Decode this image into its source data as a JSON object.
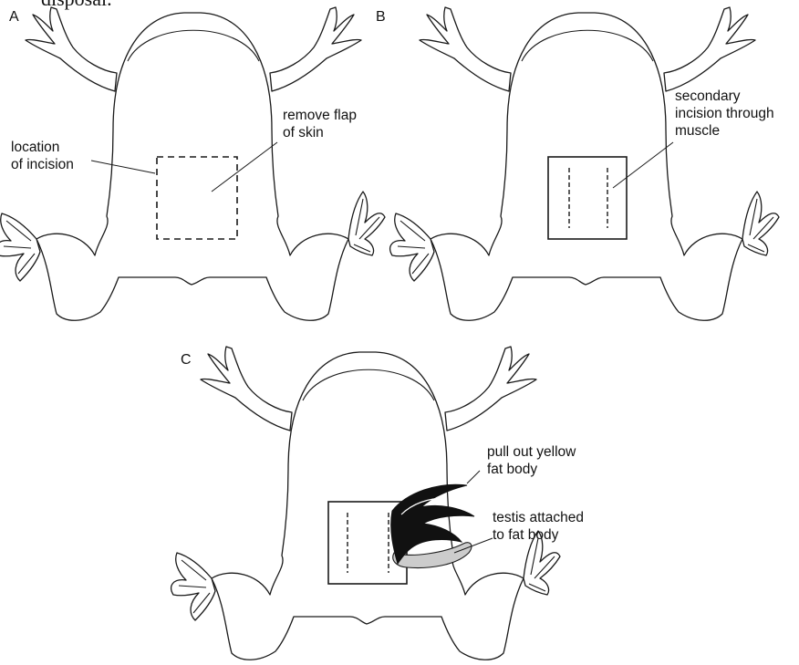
{
  "cut_off_text": "disposal.",
  "panels": {
    "a": {
      "letter": "A",
      "label_incision": [
        "location",
        "of incision"
      ],
      "label_flap": [
        "remove flap",
        "of skin"
      ]
    },
    "b": {
      "letter": "B",
      "label_secondary": [
        "secondary",
        "incision through",
        "muscle"
      ]
    },
    "c": {
      "letter": "C",
      "label_fat": [
        "pull out yellow",
        "fat body"
      ],
      "label_testis": [
        "testis attached",
        "to fat body"
      ]
    }
  },
  "colors": {
    "line": "#1a1a1a",
    "fat_body": "#111111",
    "testis": "#cccccc",
    "background": "#ffffff"
  }
}
